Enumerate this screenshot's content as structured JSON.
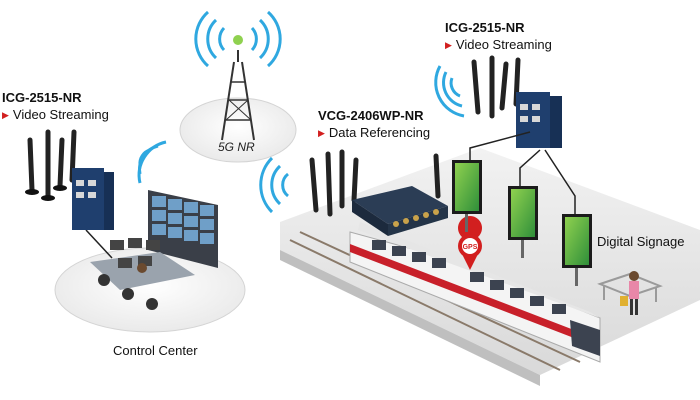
{
  "tower": {
    "label": "5G NR"
  },
  "devices": {
    "left": {
      "name": "ICG-2515-NR",
      "function": "Video Streaming"
    },
    "right": {
      "name": "ICG-2515-NR",
      "function": "Video Streaming"
    },
    "center": {
      "name": "VCG-2406WP-NR",
      "function": "Data Referencing"
    }
  },
  "areas": {
    "control_center": "Control Center",
    "digital_signage": "Digital Signage"
  },
  "gps_badge": "GPS",
  "colors": {
    "accent_red": "#d21f1f",
    "wifi_blue": "#2fa8e0",
    "device_navy": "#1f3f6e",
    "train_red": "#c8202a"
  }
}
